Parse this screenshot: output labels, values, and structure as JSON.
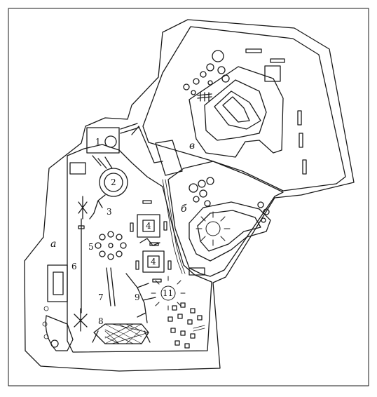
{
  "colors": {
    "ink": "#1a1a1a",
    "paper": "#ffffff"
  },
  "zones": {
    "a": "а",
    "b": "б",
    "v": "в"
  },
  "labels": {
    "n1": "1",
    "n2": "2",
    "n3": "3",
    "n4a": "4",
    "n4b": "4",
    "n5": "5",
    "n6": "6",
    "n7": "7",
    "n8": "8",
    "n9": "9",
    "n11": "11"
  }
}
